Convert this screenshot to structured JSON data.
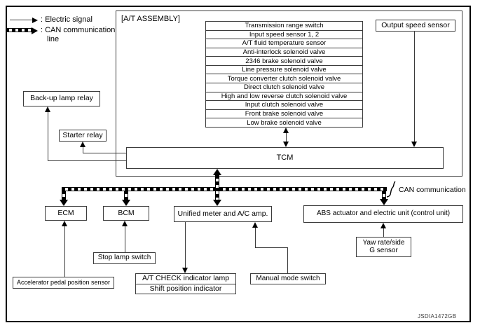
{
  "legend": {
    "electric_signal": ": Electric signal",
    "can_communication": ": CAN communication",
    "can_communication_line2": "line"
  },
  "at_assembly": {
    "label": "[A/T ASSEMBLY]",
    "tcm_label": "TCM",
    "output_speed_sensor": "Output speed sensor",
    "components": [
      "Transmission range switch",
      "Input speed sensor 1, 2",
      "A/T fluid temperature sensor",
      "Anti-interlock solenoid valve",
      "2346 brake solenoid valve",
      "Line pressure solenoid valve",
      "Torque converter clutch solenoid valve",
      "Direct clutch solenoid valve",
      "High and low reverse clutch solenoid valve",
      "Input clutch solenoid valve",
      "Front brake solenoid valve",
      "Low brake solenoid valve"
    ]
  },
  "can_bus": {
    "label": "CAN communication"
  },
  "modules": {
    "ecm": "ECM",
    "bcm": "BCM",
    "unified_meter": "Unified meter and A/C amp.",
    "abs": "ABS actuator and electric unit (control unit)"
  },
  "devices": {
    "backup_lamp_relay": "Back-up lamp relay",
    "starter_relay": "Starter relay",
    "stop_lamp_switch": "Stop lamp switch",
    "accelerator_pedal_position_sensor": "Accelerator pedal position sensor",
    "at_check_indicator_lamp": "A/T CHECK indicator lamp",
    "shift_position_indicator": "Shift position indicator",
    "manual_mode_switch": "Manual mode switch",
    "yaw_rate_side_line1": "Yaw rate/side",
    "yaw_rate_side_line2": "G sensor"
  },
  "figure_id": "JSDIA1472GB",
  "colors": {
    "line": "#3a3a3a",
    "box_border": "#3c3c3c",
    "black": "#000000"
  }
}
